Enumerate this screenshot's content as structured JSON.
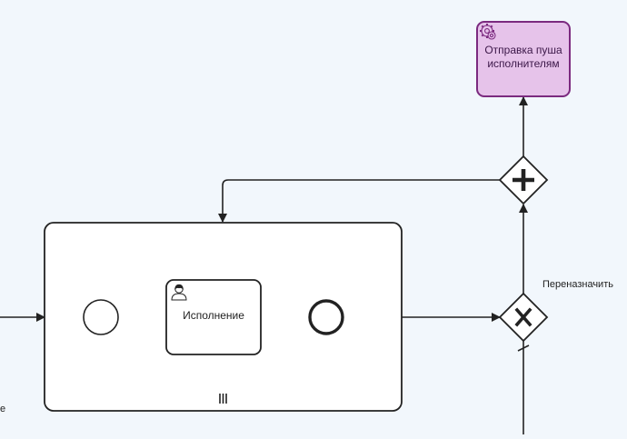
{
  "diagram": {
    "tasks": {
      "send_push": {
        "label": "Отправка пуша исполнителям",
        "type": "service-task",
        "icon": "gear-icon",
        "fill": "#e6c3ea",
        "stroke": "#7b2a7f"
      },
      "execution": {
        "label": "Исполнение",
        "type": "user-task",
        "icon": "user-icon"
      }
    },
    "subprocess": {
      "marker": "III",
      "marker_meaning": "parallel-multi-instance"
    },
    "gateways": {
      "parallel": {
        "symbol": "+"
      },
      "exclusive": {
        "symbol": "X"
      }
    },
    "flows": {
      "reassign_label": "Переназначить",
      "left_edge_fragment": "е"
    },
    "colors": {
      "background": "#f2f7fc",
      "stroke": "#222222",
      "node_fill": "#ffffff"
    }
  }
}
